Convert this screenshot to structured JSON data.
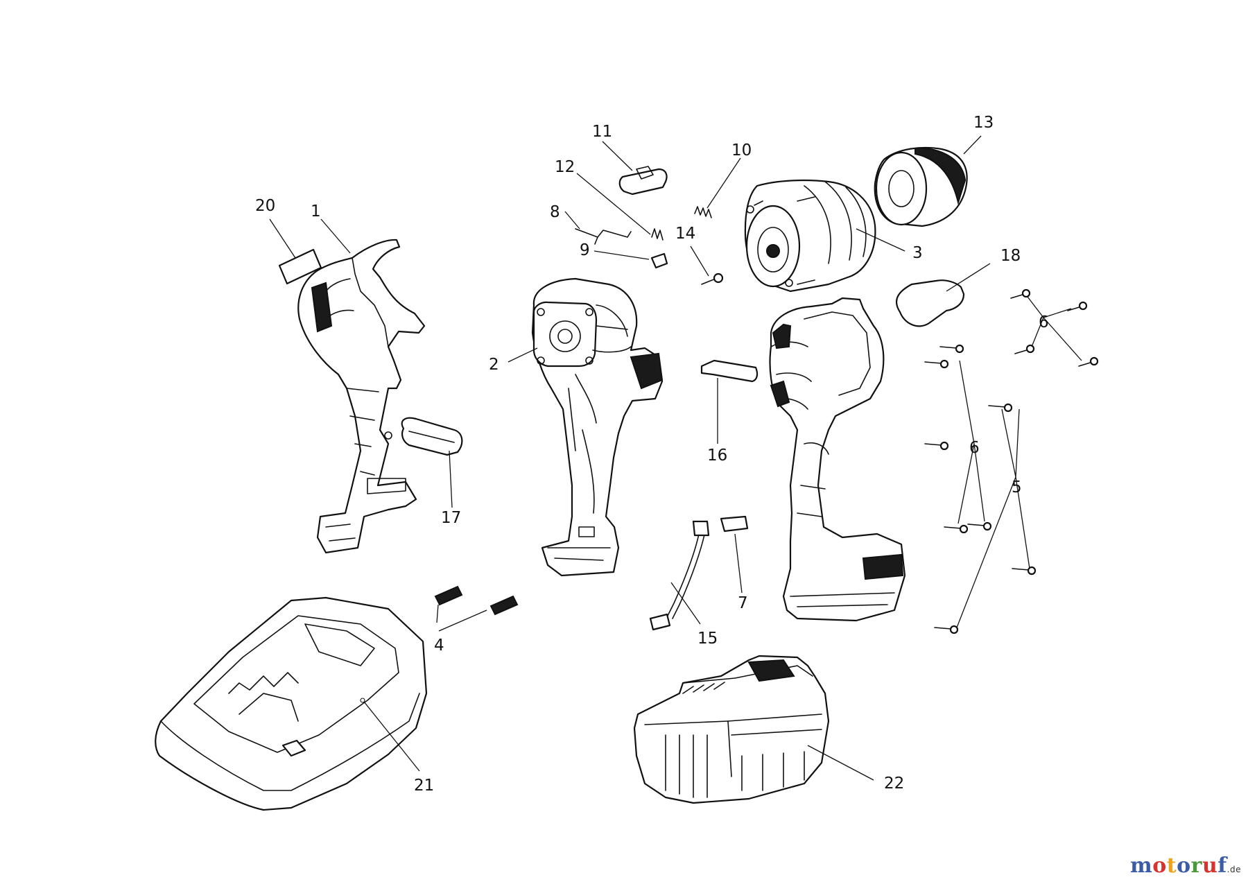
{
  "callouts": [
    {
      "id": "1",
      "text": "1"
    },
    {
      "id": "2",
      "text": "2"
    },
    {
      "id": "3",
      "text": "3"
    },
    {
      "id": "4",
      "text": "4"
    },
    {
      "id": "5",
      "text": "5"
    },
    {
      "id": "6a",
      "text": "6"
    },
    {
      "id": "6b",
      "text": "6"
    },
    {
      "id": "7",
      "text": "7"
    },
    {
      "id": "8",
      "text": "8"
    },
    {
      "id": "9",
      "text": "9"
    },
    {
      "id": "10",
      "text": "10"
    },
    {
      "id": "11",
      "text": "11"
    },
    {
      "id": "12",
      "text": "12"
    },
    {
      "id": "13",
      "text": "13"
    },
    {
      "id": "14",
      "text": "14"
    },
    {
      "id": "15",
      "text": "15"
    },
    {
      "id": "16",
      "text": "16"
    },
    {
      "id": "17",
      "text": "17"
    },
    {
      "id": "18",
      "text": "18"
    },
    {
      "id": "20",
      "text": "20"
    },
    {
      "id": "21",
      "text": "21"
    },
    {
      "id": "22",
      "text": "22"
    }
  ],
  "watermark": {
    "brand": "motoruf",
    "suffix": ".de",
    "colors": [
      "#3b5ca8",
      "#d8322f",
      "#f0a21a",
      "#3b5ca8",
      "#4a9a3a",
      "#d8322f",
      "#3b5ca8"
    ]
  }
}
